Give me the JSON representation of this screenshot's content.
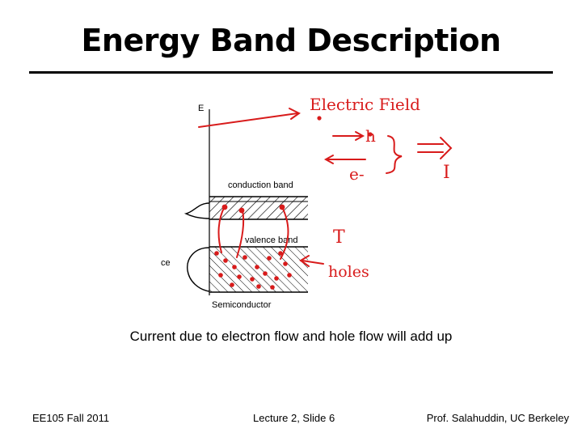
{
  "slide": {
    "title": "Energy Band Description",
    "caption": "Current due to electron flow and hole flow will add up"
  },
  "diagram": {
    "axis_label": "E",
    "conduction_band_label": "conduction band",
    "valence_band_label": "valence band",
    "semiconductor_label": "Semiconductor",
    "side_label": "ce",
    "annotations": {
      "electric_field": "Electric Field",
      "hole_symbol": "h",
      "electron_symbol": "e-",
      "current_symbol": "I",
      "temperature_symbol": "T",
      "holes": "holes"
    },
    "colors": {
      "ink": "#000000",
      "annotation": "#d81b1b"
    }
  },
  "footer": {
    "course": "EE105 Fall 2011",
    "lecture": "Lecture 2, Slide 6",
    "author": "Prof. Salahuddin, UC Berkeley"
  }
}
